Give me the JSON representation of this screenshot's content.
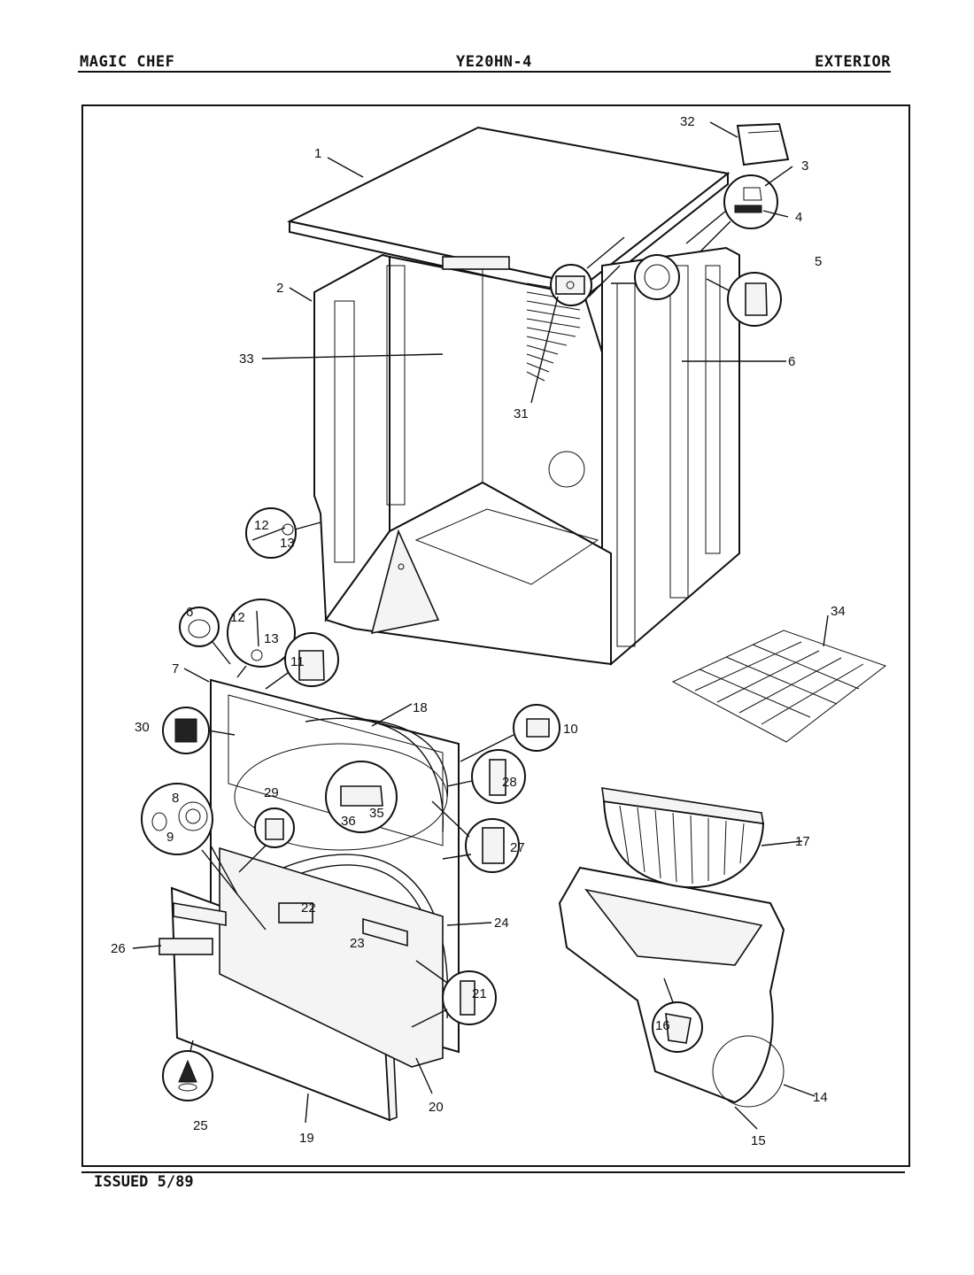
{
  "header": {
    "left": "MAGIC CHEF",
    "center": "YE20HN-4",
    "right": "EXTERIOR"
  },
  "footer": {
    "issued": "ISSUED 5/89"
  },
  "callouts": [
    "1",
    "2",
    "3",
    "4",
    "5",
    "6",
    "31",
    "32",
    "33",
    "12",
    "13",
    "34",
    "6",
    "12",
    "13",
    "11",
    "18",
    "7",
    "10",
    "30",
    "28",
    "29",
    "35",
    "36",
    "8",
    "9",
    "27",
    "17",
    "22",
    "24",
    "26",
    "23",
    "21",
    "16",
    "25",
    "19",
    "20",
    "14",
    "15"
  ]
}
